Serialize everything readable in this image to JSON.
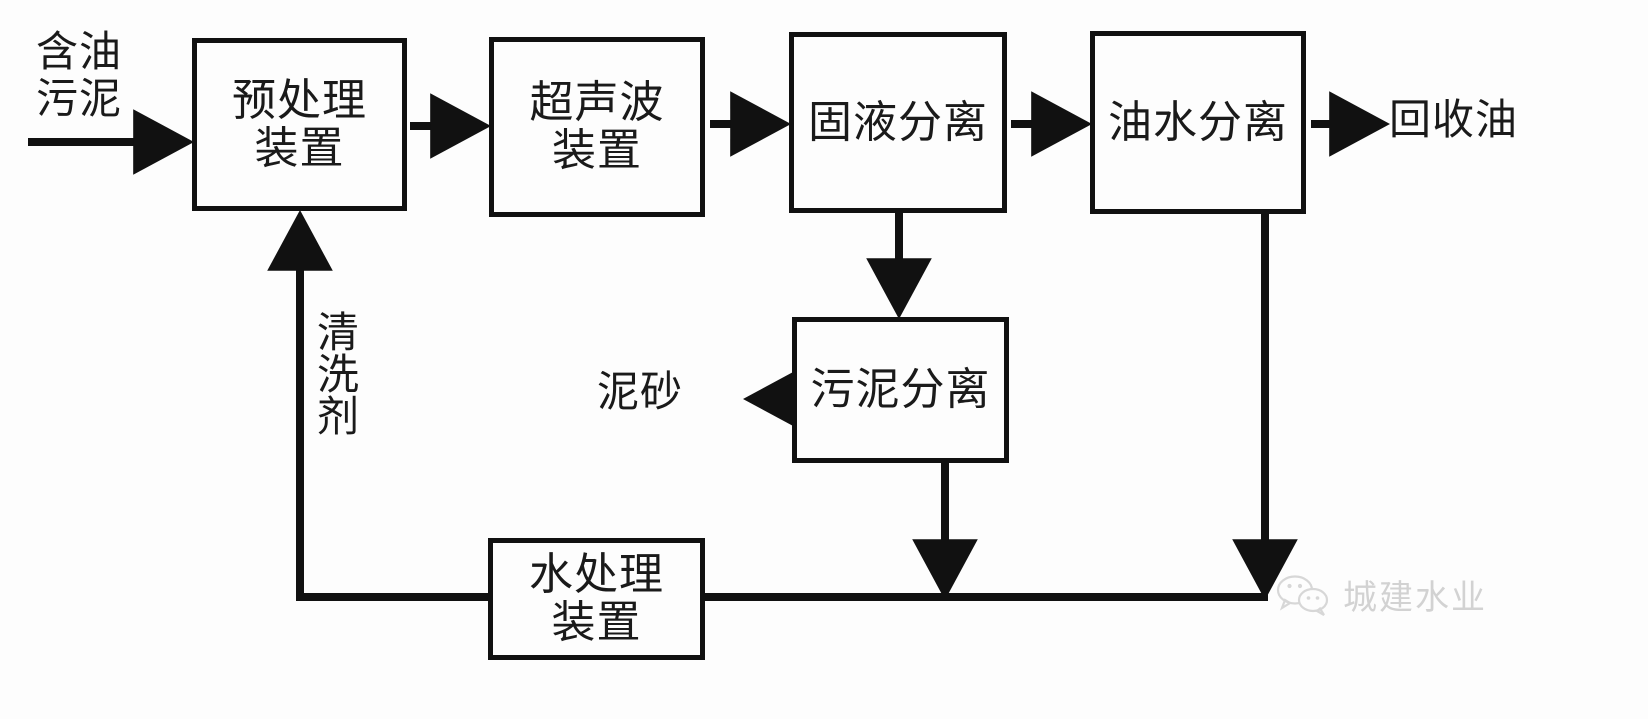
{
  "diagram": {
    "type": "process-flow",
    "title_visible": false,
    "nodes": [
      {
        "id": "pretreat",
        "label": "预处理\n装置",
        "shape": "rectangle"
      },
      {
        "id": "ultrasonic",
        "label": "超声波\n装置",
        "shape": "rectangle"
      },
      {
        "id": "solidliquid",
        "label": "固液分离",
        "shape": "rectangle"
      },
      {
        "id": "oilwater",
        "label": "油水分离",
        "shape": "rectangle"
      },
      {
        "id": "sludge",
        "label": "污泥分离",
        "shape": "rectangle"
      },
      {
        "id": "water",
        "label": "水处理\n装置",
        "shape": "rectangle"
      }
    ],
    "free_labels": [
      {
        "id": "feed",
        "label": "含油\n污泥",
        "role": "input-stream"
      },
      {
        "id": "oil_out",
        "label": "回收油",
        "role": "output-stream"
      },
      {
        "id": "mudsand",
        "label": "泥砂",
        "role": "output-stream"
      },
      {
        "id": "detergent",
        "label": "清洗剂",
        "role": "recycle-stream",
        "orientation": "vertical"
      }
    ],
    "edges": [
      {
        "from": "feed",
        "to": "pretreat",
        "arrow": true
      },
      {
        "from": "pretreat",
        "to": "ultrasonic",
        "arrow": true
      },
      {
        "from": "ultrasonic",
        "to": "solidliquid",
        "arrow": true
      },
      {
        "from": "solidliquid",
        "to": "oilwater",
        "arrow": true
      },
      {
        "from": "oilwater",
        "to": "oil_out",
        "arrow": true
      },
      {
        "from": "solidliquid",
        "to": "sludge",
        "arrow": true
      },
      {
        "from": "sludge",
        "to": "mudsand",
        "arrow": true
      },
      {
        "from": "sludge",
        "to": "water_line",
        "arrow": true
      },
      {
        "from": "oilwater",
        "to": "water_line",
        "arrow": true
      },
      {
        "from": "water",
        "to": "pretreat",
        "arrow": true,
        "label": "清洗剂"
      }
    ],
    "colors": {
      "stroke": "#111111",
      "box_fill": "#fdfdfd",
      "text": "#1a1a1a",
      "background": "#fdfdfd",
      "watermark": "#8d8d8d"
    }
  },
  "watermark": {
    "icon": "wechat-icon",
    "text": "城建水业"
  }
}
